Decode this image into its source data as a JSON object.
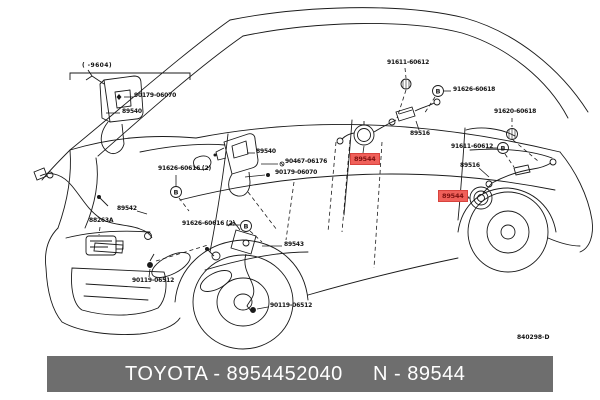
{
  "colors": {
    "line": "#1a1a1a",
    "highlight_bg": "#f0605a",
    "highlight_text": "#7d100f",
    "footer_bg": "#6e6e6e",
    "footer_text": "#ffffff"
  },
  "date_range": "( -9604)",
  "drawing_number": "840298-D",
  "markers": {
    "bolt": "B"
  },
  "labels": [
    {
      "text": "90179-06070",
      "highlighted": false
    },
    {
      "text": "89540",
      "highlighted": false
    },
    {
      "text": "91611-60612",
      "highlighted": false
    },
    {
      "text": "91626-60618",
      "highlighted": false
    },
    {
      "text": "91620-60618",
      "highlighted": false
    },
    {
      "text": "89516",
      "highlighted": false
    },
    {
      "text": "91611-60612",
      "highlighted": false
    },
    {
      "text": "89516",
      "highlighted": false
    },
    {
      "text": "89544",
      "highlighted": true
    },
    {
      "text": "89544",
      "highlighted": true
    },
    {
      "text": "89540",
      "highlighted": false
    },
    {
      "text": "90467-06176",
      "highlighted": false
    },
    {
      "text": "90179-06070",
      "highlighted": false
    },
    {
      "text": "91626-60616 (2)",
      "highlighted": false
    },
    {
      "text": "91626-60616 (2)",
      "highlighted": false
    },
    {
      "text": "89542",
      "highlighted": false
    },
    {
      "text": "88263A",
      "highlighted": false
    },
    {
      "text": "89543",
      "highlighted": false
    },
    {
      "text": "90119-06512",
      "highlighted": false
    },
    {
      "text": "90119-06512",
      "highlighted": false
    }
  ],
  "footer": {
    "catalog_line": "TOYOTA - 8954452040",
    "part_line": "N - 89544"
  }
}
